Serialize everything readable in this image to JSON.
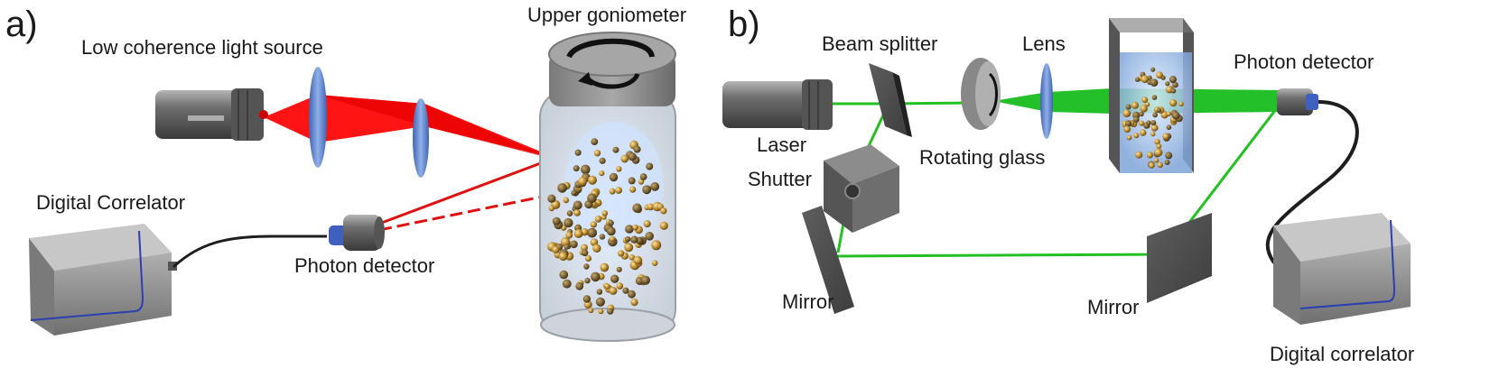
{
  "panels": {
    "a": {
      "panel_label": "a)",
      "labels": {
        "light_source": "Low coherence light source",
        "goniometer": "Upper goniometer",
        "correlator": "Digital Correlator",
        "photon_detector": "Photon detector"
      }
    },
    "b": {
      "panel_label": "b)",
      "labels": {
        "beam_splitter": "Beam splitter",
        "lens": "Lens",
        "photon_detector": "Photon detector",
        "laser": "Laser",
        "rotating_glass": "Rotating glass",
        "shutter": "Shutter",
        "mirror_left": "Mirror",
        "mirror_right": "Mirror",
        "correlator": "Digital correlator"
      }
    }
  },
  "colors": {
    "red_beam": "#ff1a1a",
    "green_beam": "#22c022",
    "lens_blue": "#5b7fc8",
    "device_grey": "#8a8a8a",
    "cable": "#1e1e1e",
    "accent_blue": "#2a3fb0"
  }
}
